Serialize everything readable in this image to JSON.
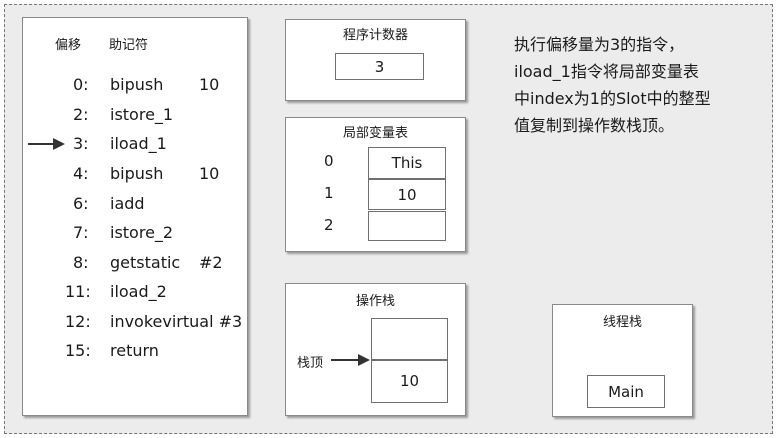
{
  "bytecode": {
    "header": {
      "offset": "偏移",
      "mnemonic": "助记符"
    },
    "rows": [
      {
        "offset": "0:",
        "op": "bipush",
        "arg": "10"
      },
      {
        "offset": "2:",
        "op": "istore_1",
        "arg": ""
      },
      {
        "offset": "3:",
        "op": "iload_1",
        "arg": ""
      },
      {
        "offset": "4:",
        "op": "bipush",
        "arg": "10"
      },
      {
        "offset": "6:",
        "op": "iadd",
        "arg": ""
      },
      {
        "offset": "7:",
        "op": "istore_2",
        "arg": ""
      },
      {
        "offset": "8:",
        "op": "getstatic",
        "arg": "#2"
      },
      {
        "offset": "11:",
        "op": "iload_2",
        "arg": ""
      },
      {
        "offset": "12:",
        "op": "invokevirtual #3",
        "arg": ""
      },
      {
        "offset": "15:",
        "op": "return",
        "arg": ""
      }
    ]
  },
  "pc": {
    "title": "程序计数器",
    "value": "3"
  },
  "locals": {
    "title": "局部变量表",
    "slots": [
      {
        "index": "0",
        "value": "This"
      },
      {
        "index": "1",
        "value": "10"
      },
      {
        "index": "2",
        "value": ""
      }
    ]
  },
  "operand_stack": {
    "title": "操作栈",
    "top_label": "栈顶",
    "cells": [
      "",
      "10"
    ]
  },
  "thread_stack": {
    "title": "线程栈",
    "item": "Main"
  },
  "description": {
    "lines": [
      "执行偏移量为3的指令，",
      "iload_1指令将局部变量表",
      "中index为1的Slot中的整型",
      "值复制到操作数栈顶。"
    ]
  },
  "colors": {
    "background": "#ececec",
    "panel": "#ffffff",
    "border": "#8a8a8a",
    "text": "#1a1a1a"
  }
}
